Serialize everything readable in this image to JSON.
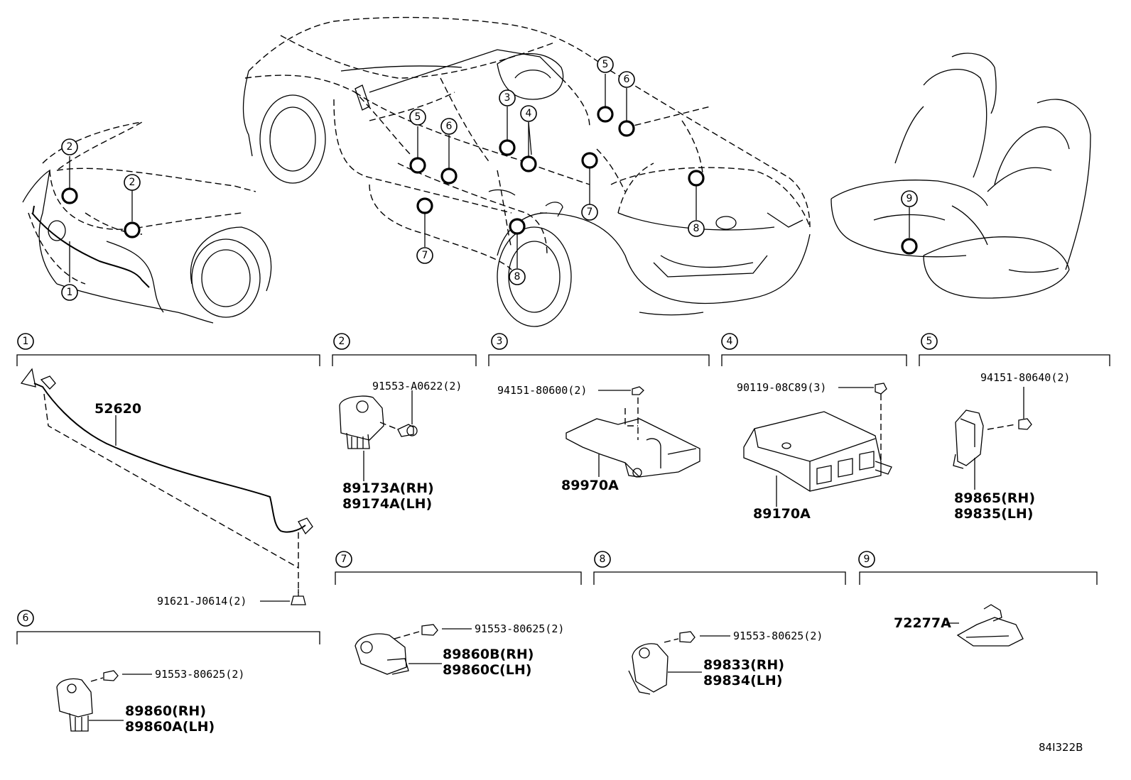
{
  "callouts": [
    "1",
    "2",
    "3",
    "4",
    "5",
    "6",
    "7",
    "8",
    "9"
  ],
  "sections": {
    "s1": {
      "num": "1",
      "parts": [
        "52620"
      ],
      "fasteners": [
        "91621-J0614(2)"
      ]
    },
    "s2": {
      "num": "2",
      "parts": [
        "89173A(RH)",
        "89174A(LH)"
      ],
      "fasteners": [
        "91553-A0622(2)"
      ]
    },
    "s3": {
      "num": "3",
      "parts": [
        "89970A"
      ],
      "fasteners": [
        "94151-80600(2)"
      ]
    },
    "s4": {
      "num": "4",
      "parts": [
        "89170A"
      ],
      "fasteners": [
        "90119-08C89(3)"
      ]
    },
    "s5": {
      "num": "5",
      "parts": [
        "89865(RH)",
        "89835(LH)"
      ],
      "fasteners": [
        "94151-80640(2)"
      ]
    },
    "s6": {
      "num": "6",
      "parts": [
        "89860(RH)",
        "89860A(LH)"
      ],
      "fasteners": [
        "91553-80625(2)"
      ]
    },
    "s7": {
      "num": "7",
      "parts": [
        "89860B(RH)",
        "89860C(LH)"
      ],
      "fasteners": [
        "91553-80625(2)"
      ]
    },
    "s8": {
      "num": "8",
      "parts": [
        "89833(RH)",
        "89834(LH)"
      ],
      "fasteners": [
        "91553-80625(2)"
      ]
    },
    "s9": {
      "num": "9",
      "parts": [
        "72277A"
      ],
      "fasteners": []
    }
  },
  "drawing_ref": "84I322B"
}
